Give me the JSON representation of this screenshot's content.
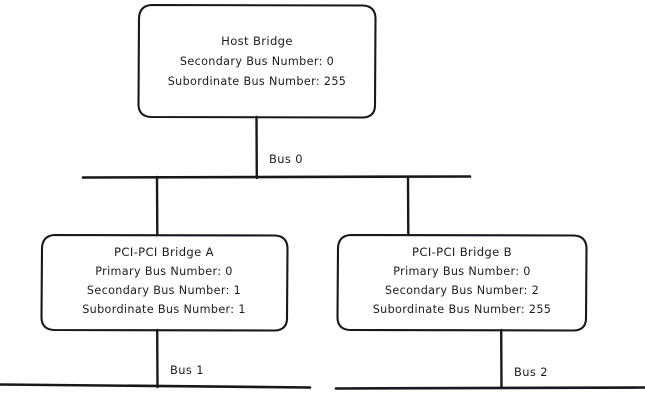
{
  "diagram": {
    "type": "pci-bus-hierarchy-tree",
    "background_color": "#ffffff",
    "stroke_color": "#16181d",
    "nodes": [
      {
        "id": "host-bridge",
        "lines": [
          "Host Bridge",
          "Secondary Bus Number: 0",
          "Subordinate Bus Number: 255"
        ]
      },
      {
        "id": "pci-pci-bridge-a",
        "lines": [
          "PCI-PCI Bridge A",
          "Primary Bus Number: 0",
          "Secondary Bus Number: 1",
          "Subordinate Bus Number: 1"
        ]
      },
      {
        "id": "pci-pci-bridge-b",
        "lines": [
          "PCI-PCI Bridge B",
          "Primary Bus Number: 0",
          "Secondary Bus Number: 2",
          "Subordinate Bus Number: 255"
        ]
      }
    ],
    "bus_labels": [
      {
        "id": "bus-0",
        "text": "Bus 0"
      },
      {
        "id": "bus-1",
        "text": "Bus 1"
      },
      {
        "id": "bus-2",
        "text": "Bus 2"
      }
    ]
  }
}
